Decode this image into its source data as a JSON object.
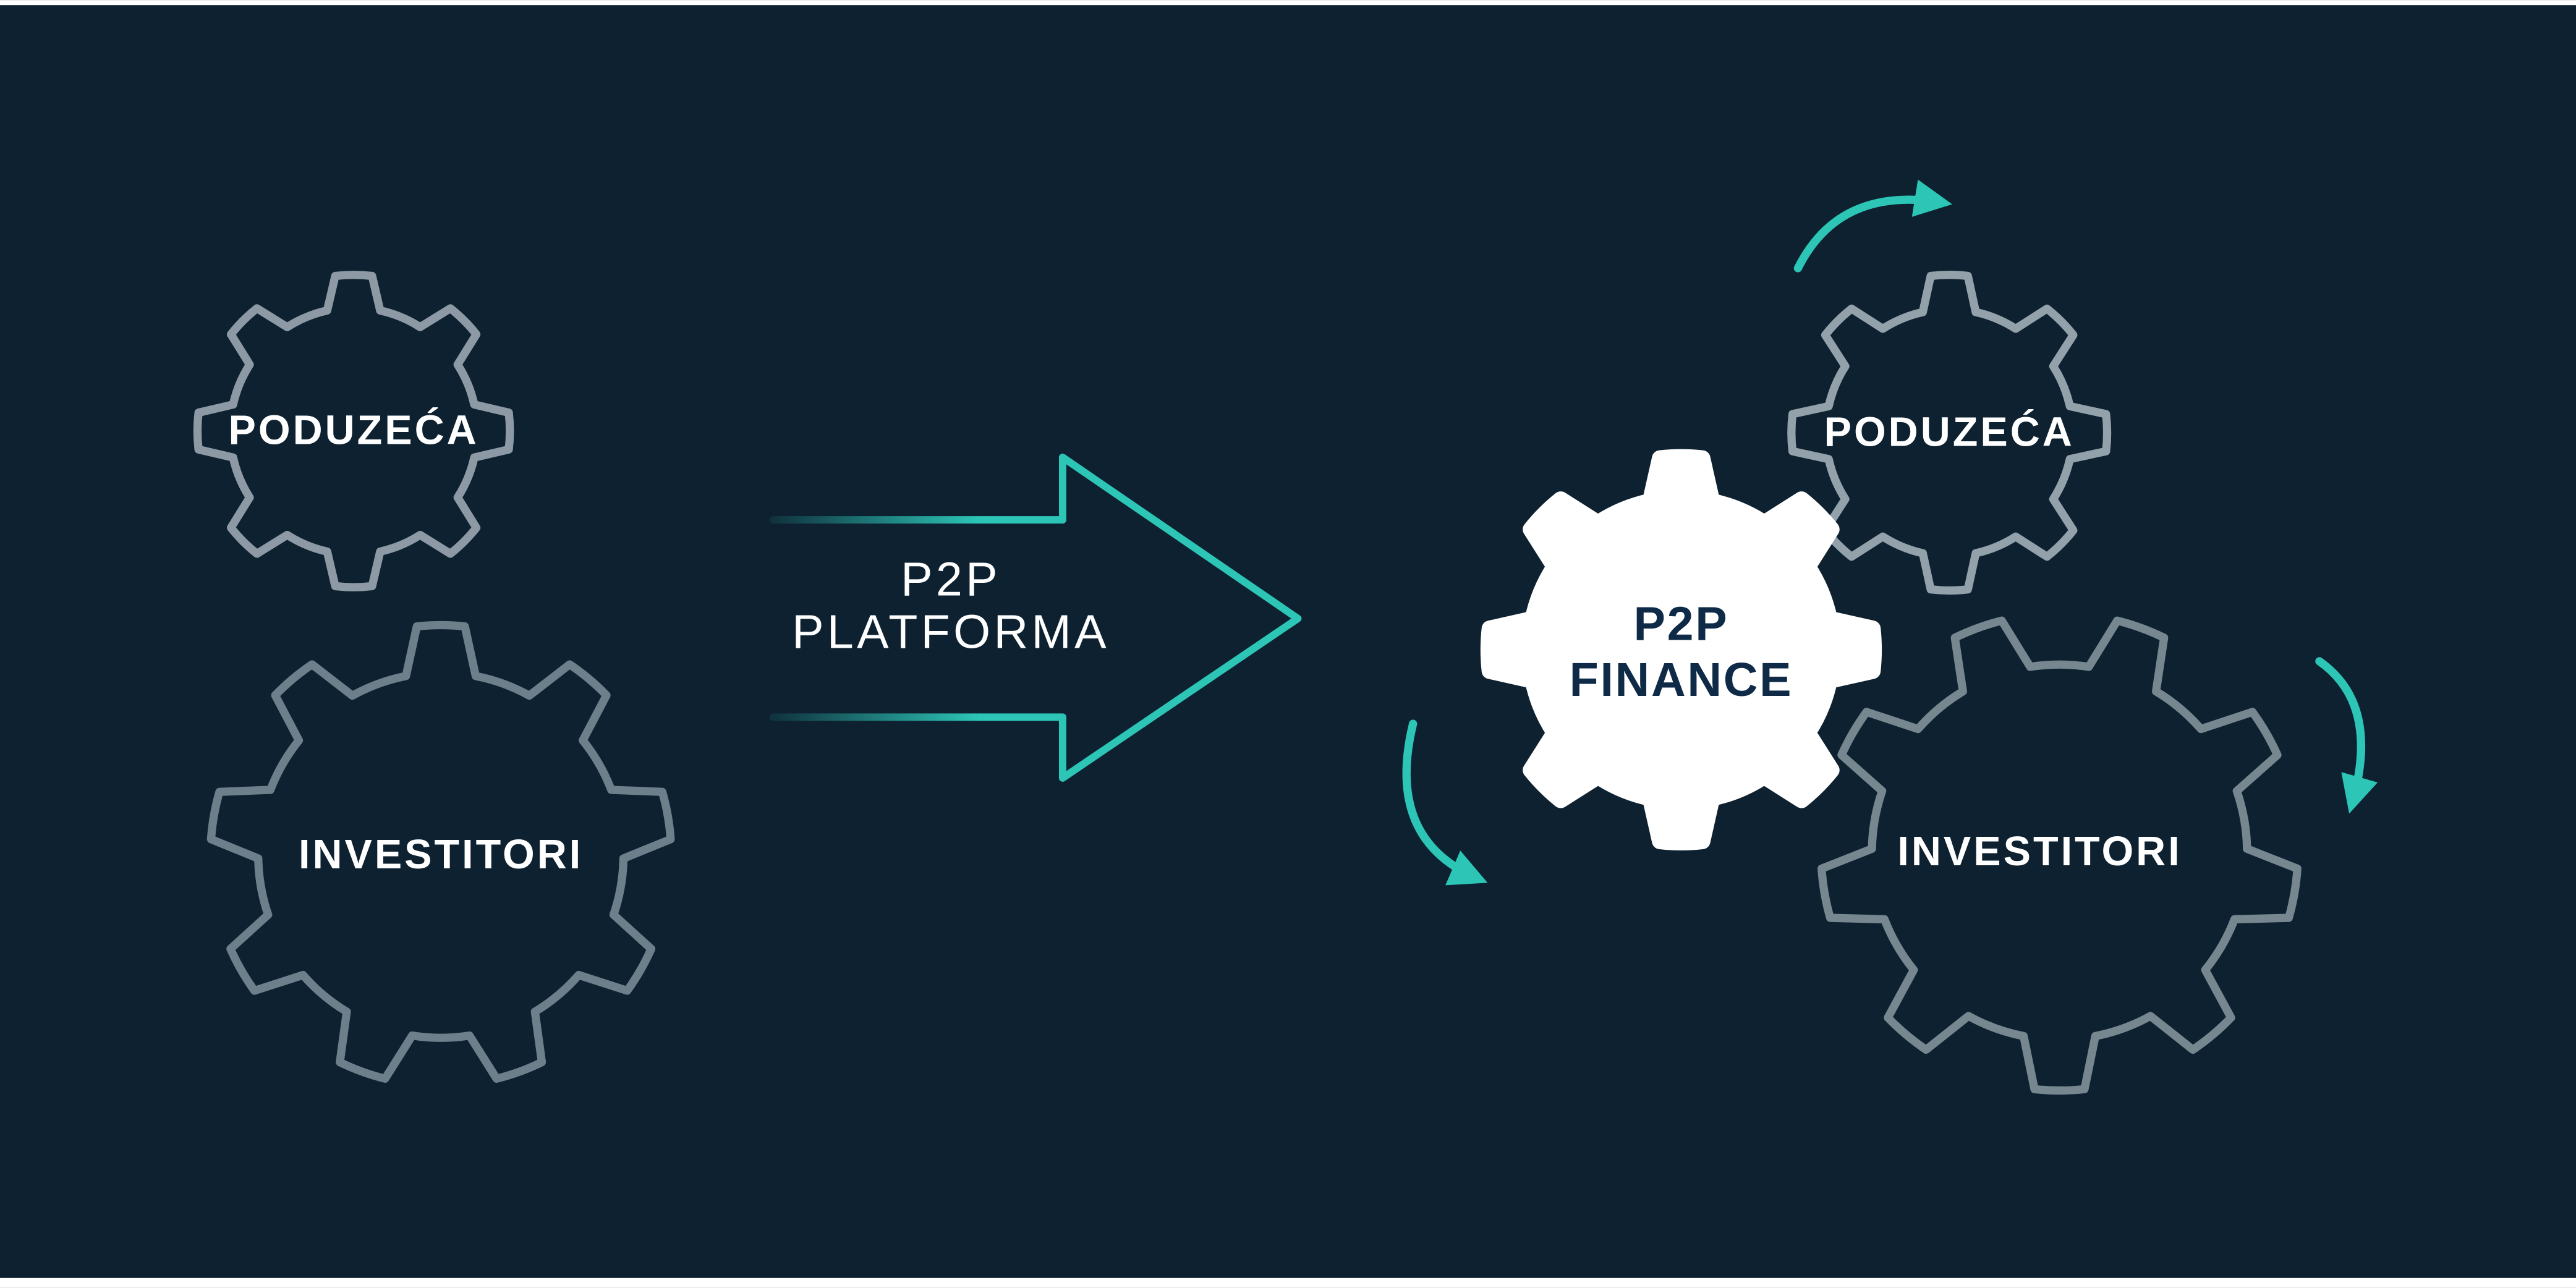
{
  "colors": {
    "background": "#0d2130",
    "edge_strip": "#ffffff",
    "teal": "#2cc5b6",
    "white": "#ffffff",
    "navy_text": "#0e2a47",
    "gear_stroke_top_left": "#8d9aa5",
    "gear_stroke_bottom_left": "#6d7f8b",
    "gear_stroke_top_right": "#93a1ab",
    "gear_stroke_bottom_right": "#76878f"
  },
  "left_cluster": {
    "top_gear_label": "PODUZEĆA",
    "bottom_gear_label": "INVESTITORI"
  },
  "center_arrow": {
    "label_line1": "P2P",
    "label_line2": "PLATFORMA"
  },
  "right_cluster": {
    "hub_gear_label_line1": "P2P",
    "hub_gear_label_line2": "FINANCE",
    "top_gear_label": "PODUZEĆA",
    "bottom_gear_label": "INVESTITORI"
  }
}
